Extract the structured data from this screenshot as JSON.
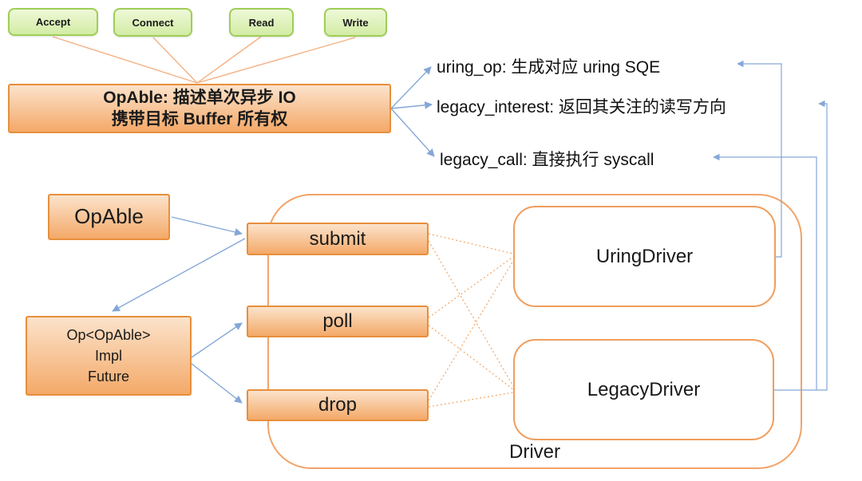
{
  "title": "OpAble / Driver async IO diagram",
  "ops_row": [
    {
      "label": "Accept"
    },
    {
      "label": "Connect"
    },
    {
      "label": "Read"
    },
    {
      "label": "Write"
    }
  ],
  "opable_trait_box": {
    "line1": "OpAble: 描述单次异步 IO",
    "line2": "携带目标 Buffer 所有权"
  },
  "methods": [
    {
      "label": "uring_op: 生成对应 uring SQE"
    },
    {
      "label": "legacy_interest: 返回其关注的读写方向"
    },
    {
      "label": "legacy_call: 直接执行 syscall"
    }
  ],
  "flow": {
    "opable_label": "OpAble",
    "op_impl_line1": "Op<OpAble>",
    "op_impl_line2": "Impl",
    "op_impl_line3": "Future",
    "submit_label": "submit",
    "poll_label": "poll",
    "drop_label": "drop"
  },
  "drivers": {
    "container_label": "Driver",
    "uring_label": "UringDriver",
    "legacy_label": "LegacyDriver"
  },
  "colors": {
    "green_fill_top": "#eef8d8",
    "green_fill_bottom": "#d2eca4",
    "green_border": "#9fce57",
    "orange_fill_top": "#fbe3cb",
    "orange_fill_bottom": "#f4a968",
    "orange_border": "#e78f3c",
    "driver_container_border": "#f2a368",
    "driver_box_border": "#f09d5c",
    "blue_connector": "#84a7d8",
    "orange_connector": "#f4b183",
    "dotted_connector": "#f4a462",
    "text": "#1a1a1a"
  }
}
